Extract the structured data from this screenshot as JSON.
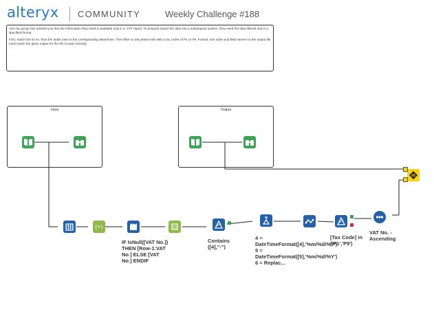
{
  "header": {
    "logo_text": "alteryx",
    "community_text": "COMMUNITY",
    "title": "Weekly Challenge #188"
  },
  "description": {
    "para1": "Your tax group has advised you that the information they need is available only in a .TXT report.   To properly import the data into a subsequent system, they need the data filtered and in a specified format.",
    "para2": "First, match the ID no. from the totals rows to the corresponding detail lines.  Then filter to only detail rows with a tax codes of P1 or P9. Format, sort order and field names on the output file must match the given output for the file to load correctly."
  },
  "containers": {
    "input_label": "Input",
    "output_label": "Output"
  },
  "annotations": {
    "multirow": "IF IsNull([VAT No.]) THEN [Row-1:VAT No.] ELSE [VAT No.] ENDIF",
    "filter1": "Contains ([4],\"-\")",
    "formula": "4 = DateTimeFormat([4],'%m/%d/%Y') 5 = DateTimeFormat([5],'%m/%d/%Y') 6 = Replac...",
    "filter2": "[Tax Code] in ('P1','P9')",
    "sort": "VAT No. - Ascending"
  },
  "colors": {
    "brand": "#2b7bc4",
    "in_out_tool": "#3fa35a",
    "prep_tool": "#8fba4a",
    "parse_tool": "#2561a8",
    "join_tool": "#f6d217"
  },
  "icons": [
    "input-book-icon",
    "browse-binoculars-icon",
    "text-to-columns-icon",
    "multi-row-formula-icon",
    "record-id-icon",
    "select-icon",
    "filter-icon",
    "formula-icon",
    "union-icon",
    "sort-icon",
    "join-icon"
  ]
}
